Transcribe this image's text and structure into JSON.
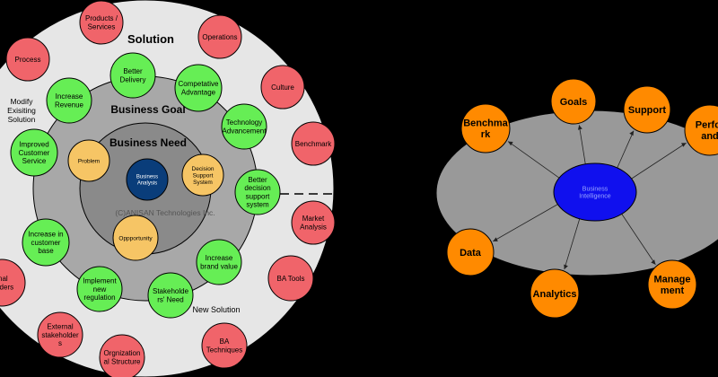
{
  "left": {
    "ring_labels": {
      "solution": "Solution",
      "business_goal": "Business Goal",
      "business_need": "Business Need",
      "center": [
        "Business",
        "Analysis"
      ],
      "watermark": "(C)ANISAN Technologies Inc.",
      "modify": [
        "Modify",
        "Exisiting",
        "Solution"
      ],
      "new_solution": "New Solution"
    },
    "red_circles": [
      {
        "id": "products",
        "lines": [
          "Products /",
          "Services"
        ]
      },
      {
        "id": "operations",
        "lines": [
          "Operations"
        ]
      },
      {
        "id": "process",
        "lines": [
          "Process"
        ]
      },
      {
        "id": "culture",
        "lines": [
          "Culture"
        ]
      },
      {
        "id": "benchmark",
        "lines": [
          "Benchmark"
        ]
      },
      {
        "id": "market-analysis",
        "lines": [
          "Market",
          "Analysis"
        ]
      },
      {
        "id": "ba-tools",
        "lines": [
          "BA Tools"
        ]
      },
      {
        "id": "ba-techniques",
        "lines": [
          "BA",
          "Techniques"
        ]
      },
      {
        "id": "org-structure",
        "lines": [
          "Orgnization",
          "al Structure"
        ]
      },
      {
        "id": "external-stakeholders",
        "lines": [
          "External",
          "stakeholder",
          "s"
        ]
      },
      {
        "id": "internal-stakeholders",
        "lines": [
          "rnal",
          "holders"
        ]
      }
    ],
    "green_circles": [
      {
        "id": "better-delivery",
        "lines": [
          "Better",
          "Delivery"
        ]
      },
      {
        "id": "competative-advantage",
        "lines": [
          "Competative",
          "Advantage"
        ]
      },
      {
        "id": "increase-revenue",
        "lines": [
          "Increase",
          "Revenue"
        ]
      },
      {
        "id": "technology-advancement",
        "lines": [
          "Technology",
          "Advancement"
        ]
      },
      {
        "id": "improved-customer-service",
        "lines": [
          "Improved",
          "Customer",
          "Service"
        ]
      },
      {
        "id": "better-decision-support",
        "lines": [
          "Better",
          "decision",
          "support",
          "system"
        ]
      },
      {
        "id": "increase-customer-base",
        "lines": [
          "Increase in",
          "customer",
          "base"
        ]
      },
      {
        "id": "increase-brand-value",
        "lines": [
          "Increase",
          "brand value"
        ]
      },
      {
        "id": "implement-regulation",
        "lines": [
          "Implement",
          "new",
          "regulation"
        ]
      },
      {
        "id": "stakeholders-need",
        "lines": [
          "Stakeholde",
          "rs' Need"
        ]
      }
    ],
    "yellow_circles": [
      {
        "id": "problem",
        "lines": [
          "Problem"
        ]
      },
      {
        "id": "decision-support",
        "lines": [
          "Decision",
          "Support",
          "System"
        ]
      },
      {
        "id": "opportunity",
        "lines": [
          "Oppportunity"
        ]
      }
    ]
  },
  "right": {
    "center": [
      "Business",
      "Intelligence"
    ],
    "nodes": [
      {
        "id": "goals",
        "lines": [
          "Goals"
        ]
      },
      {
        "id": "support",
        "lines": [
          "Support"
        ]
      },
      {
        "id": "benchmark",
        "lines": [
          "Benchma",
          "rk"
        ]
      },
      {
        "id": "performance",
        "lines": [
          "Perfor",
          "and"
        ]
      },
      {
        "id": "data",
        "lines": [
          "Data"
        ]
      },
      {
        "id": "analytics",
        "lines": [
          "Analytics"
        ]
      },
      {
        "id": "management",
        "lines": [
          "Manage",
          "ment"
        ]
      }
    ]
  },
  "colors": {
    "red": "#f0646a",
    "green": "#66ee55",
    "yellow": "#f6c565",
    "orange": "#ff8a00",
    "blue_center": "#0a3d7a",
    "bi_blue": "#1010ee"
  }
}
